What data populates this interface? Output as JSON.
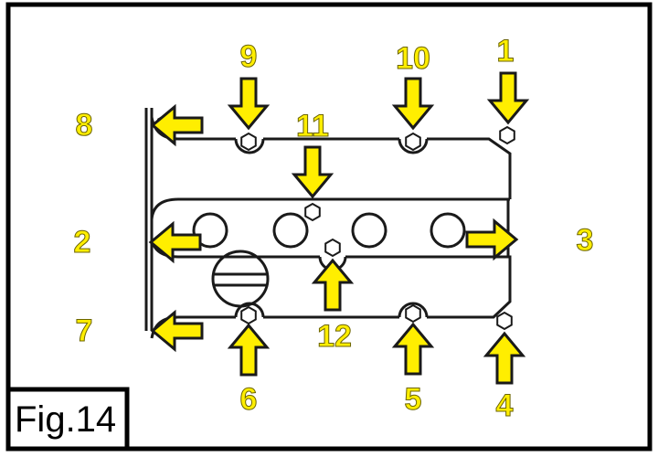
{
  "figure_label": "Fig.14",
  "bolt_labels": {
    "b1": "1",
    "b2": "2",
    "b3": "3",
    "b4": "4",
    "b5": "5",
    "b6": "6",
    "b7": "7",
    "b8": "8",
    "b9": "9",
    "b10": "10",
    "b11": "11",
    "b12": "12"
  },
  "colors": {
    "arrow": "#ffee00",
    "line": "#1a1a1a"
  }
}
